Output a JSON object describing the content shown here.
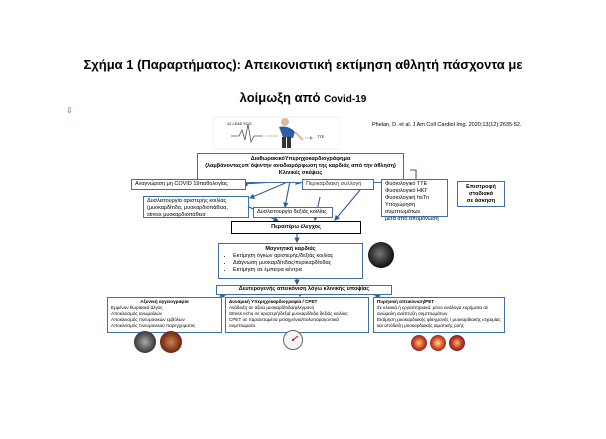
{
  "title": {
    "line1": "Σχήμα 1 (Παραρτήματος): Απεικονιστική εκτίμηση αθλητή πάσχοντα με",
    "line2_main": "λοίμωξη  από ",
    "line2_disease": "Covid-19"
  },
  "citation": "Phelan, D. et al. J Am Coll Cardiol Img. 2020;13(12):2635-52.",
  "ecg": {
    "label_left": "12-LEAD ECG",
    "label_right": "TTE"
  },
  "main_box": {
    "line1": "ΔιαθωρακικόΥπερηχοκαρδιογράφημα",
    "line2": "(λαμβάνονταςυπ΄όψιντην αναδιαμόρφωση της καρδιάς από την άθληση)",
    "line3": "Κλινικές σκέψεις"
  },
  "left_covid": "Αναγνώριση μη COVID 19παθολογίας",
  "left_myocard": [
    "Δυσλειτουργία αριστερής κοιλίας",
    "(μυοκαρδίτιδα, μυοκαρδιοπάθεια,",
    "stress μυοκαρδιοπάθεια"
  ],
  "pericardial": "Περικαρδιακή συλλογή",
  "right_list": [
    "Φυσιολογικό TTE",
    "Φυσιολογικό ΗΚΓ",
    "Φυσιολογική hsTn",
    "Υποχώρηση συμπτωμάτων",
    "μετά από απομόνωση"
  ],
  "return": [
    "Επιστροφή",
    "σταδιακά",
    "σε άσκηση"
  ],
  "right_dysf": "Δυσλειτουργία δεξιάς κοιλίας",
  "further": "Περαιτέρω έλεγχος",
  "mri": {
    "title": "Μαγνητική καρδιάς",
    "items": [
      "Εκτίμηση όγκων αριστερής/δεξιάς κοιλίας",
      "Διάγνωση μυοκαρδίτιδας/περικαρδίτιδας",
      "Εκτίμηση σε έμπειρα κέντρα"
    ]
  },
  "secondary": "Δευτερογενής απεικόνιση λόγω κλινικής υποψίας",
  "col1": {
    "title": "Αξονική αγγειογραφία",
    "items": [
      "Εμμένον θωρακικό άλγος",
      "Αποκλεισμός ανωμαλιών",
      "Αποκλεισμός πνευμονικών εμβόλων",
      "Αποκλεισμός πνευμονικού παρεγχύματος"
    ]
  },
  "col2": {
    "title": "Δυναμική Υπερηχοκαρδιογραφία / CPET",
    "items": [
      "Ανάδειξη σε αξεία μυοκαρδίτιδα/φλεγμονή",
      "Stress echo σε αριστερή/δεξιά μυοκαρδίτιδα δεξιάς κοιλίας",
      "CPET σε παρατεταμένα μεταχρόνια/πολυπαραγοντικά συμπτώματα"
    ]
  },
  "col3": {
    "title": "Πυρηνική απεικόνιση/PET",
    "items": [
      "Σε κλινικά ή εργαστηριακά, μόνο ανάλογα ευρήματα σε ανώμαλη ανάπτυξη συμπτωμάτων",
      "Εκτίμηση μυοκαρδιακής φλεγμονής / μυοκαρδιακής ισχαιμίας και απόδειξη μυοκαρδιακής αιματικής ροής"
    ]
  },
  "colors": {
    "border": "#3f6fa8",
    "arrow": "#2f5d96"
  }
}
